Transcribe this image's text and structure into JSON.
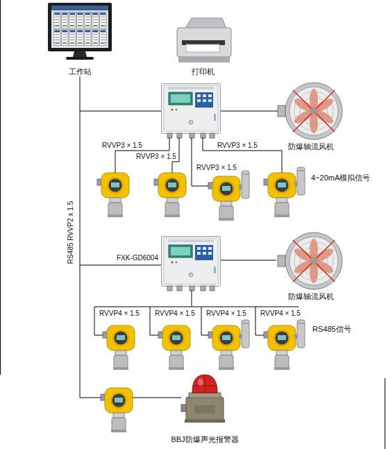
{
  "diagram": {
    "nodes": [
      {
        "text": [
          "工作站"
        ]
      },
      {
        "text": [
          "打印机"
        ]
      },
      {
        "text": [
          "防爆轴流风机"
        ]
      },
      {
        "text": [
          "FXK-GD6004"
        ]
      },
      {
        "text": [
          "防爆轴流风机"
        ]
      },
      {
        "text": [
          "BBJ防爆声光报警器"
        ]
      }
    ],
    "edges": [
      {
        "from": 0,
        "to": 3,
        "arrow": "none",
        "label": "RS485 RVVP2 x 1.5"
      },
      {
        "from": 3,
        "to": 4,
        "arrow": "none"
      }
    ],
    "labels": [
      "RVVP3 × 1.5",
      "RVVP3 × 1.5",
      "RVVP3 × 1.5",
      "RVVP3 × 1.5",
      "4~20mA模拟信号",
      "RVVP4 × 1.5",
      "RVVP4 × 1.5",
      "RVVP4 × 1.5",
      "RVVP4 × 1.5",
      "RS485信号"
    ]
  }
}
